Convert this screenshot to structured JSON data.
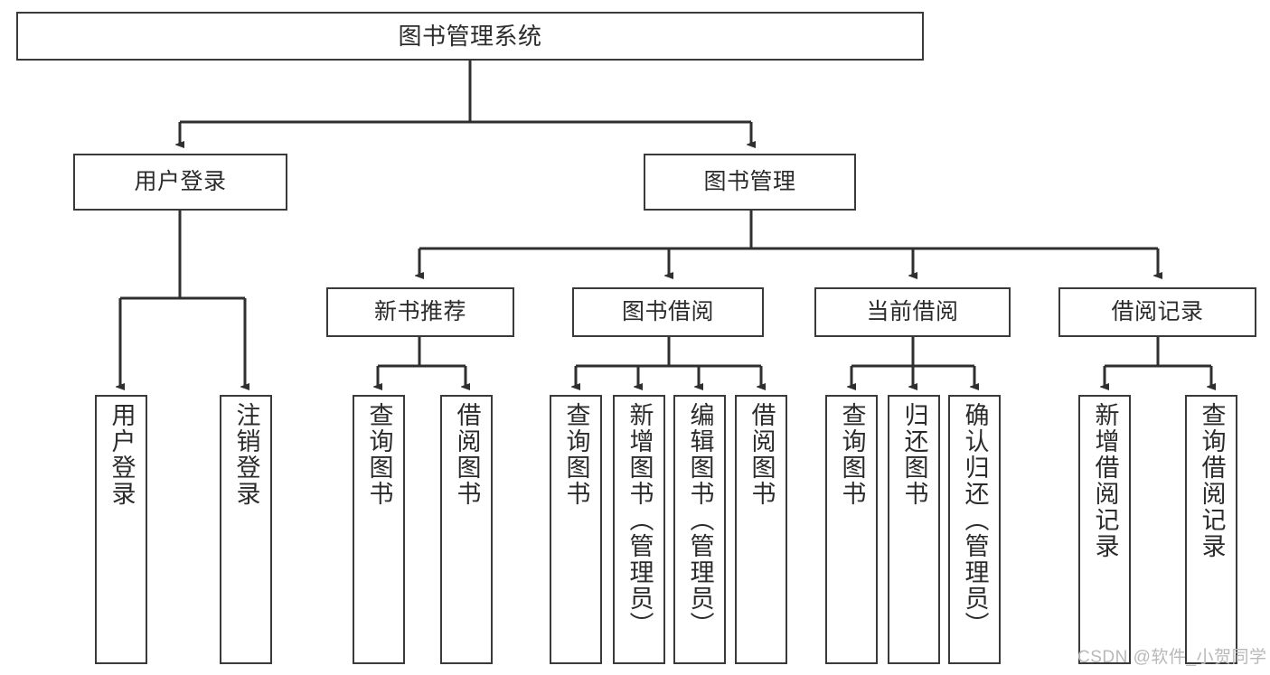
{
  "diagram": {
    "title": "图书管理系统",
    "type": "hierarchy-tree",
    "watermark": "CSDN @软件_小贺同学",
    "colors": {
      "box_border": "#3a3a3a",
      "box_fill": "#ffffff",
      "connector": "#2f2f2f",
      "text": "#2b2b2b",
      "watermark": "#b9b9b9"
    },
    "nodes": {
      "root": {
        "label": "图书管理系统"
      },
      "level1": [
        {
          "label": "用户登录"
        },
        {
          "label": "图书管理"
        }
      ],
      "level2": [
        {
          "label": "新书推荐"
        },
        {
          "label": "图书借阅"
        },
        {
          "label": "当前借阅"
        },
        {
          "label": "借阅记录"
        }
      ],
      "leaves_user_login": [
        {
          "label": "用户登录"
        },
        {
          "label": "注销登录"
        }
      ],
      "leaves_new_book": [
        {
          "label": "查询图书"
        },
        {
          "label": "借阅图书"
        }
      ],
      "leaves_borrow": [
        {
          "label": "查询图书"
        },
        {
          "label": "新增图书（管理员）"
        },
        {
          "label": "编辑图书（管理员）"
        },
        {
          "label": "借阅图书"
        }
      ],
      "leaves_current": [
        {
          "label": "查询图书"
        },
        {
          "label": "归还图书"
        },
        {
          "label": "确认归还（管理员）"
        }
      ],
      "leaves_records": [
        {
          "label": "新增借阅记录"
        },
        {
          "label": "查询借阅记录"
        }
      ]
    }
  }
}
